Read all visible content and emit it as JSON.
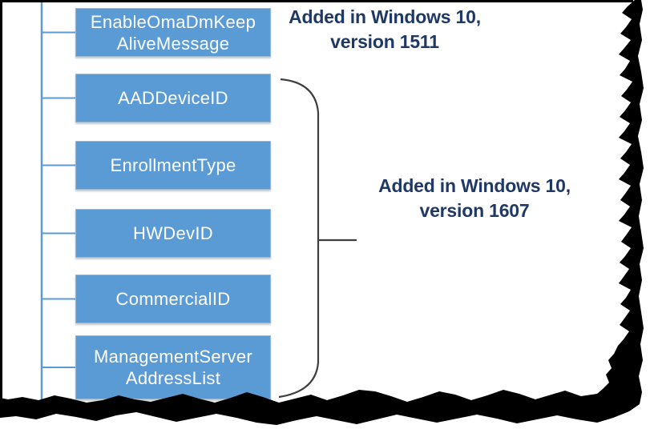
{
  "diagram": {
    "type": "hierarchy-tree-fragment",
    "colors": {
      "background": "#FFFFFF",
      "node_fill": "#5B9BD5",
      "node_text": "#FFFFFF",
      "connector": "#5B9BD5",
      "brace": "#3F3F3F",
      "annotation_text": "#1F3864",
      "torn_edge": "#000000"
    }
  },
  "tree": {
    "nodes": [
      {
        "name": "EnableOmaDmKeepAliveMessage",
        "line1": "EnableOmaDmKeep",
        "line2": "AliveMessage"
      },
      {
        "name": "AADDeviceID",
        "line1": "AADDeviceID"
      },
      {
        "name": "EnrollmentType",
        "line1": "EnrollmentType"
      },
      {
        "name": "HWDevID",
        "line1": "HWDevID"
      },
      {
        "name": "CommercialID",
        "line1": "CommercialID"
      },
      {
        "name": "ManagementServerAddressList",
        "line1": "ManagementServer",
        "line2": "AddressList"
      }
    ]
  },
  "annotations": {
    "v1511": {
      "line1": "Added in Windows 10,",
      "line2": "version 1511"
    },
    "v1607": {
      "line1": "Added in Windows 10,",
      "line2": "version 1607"
    }
  }
}
